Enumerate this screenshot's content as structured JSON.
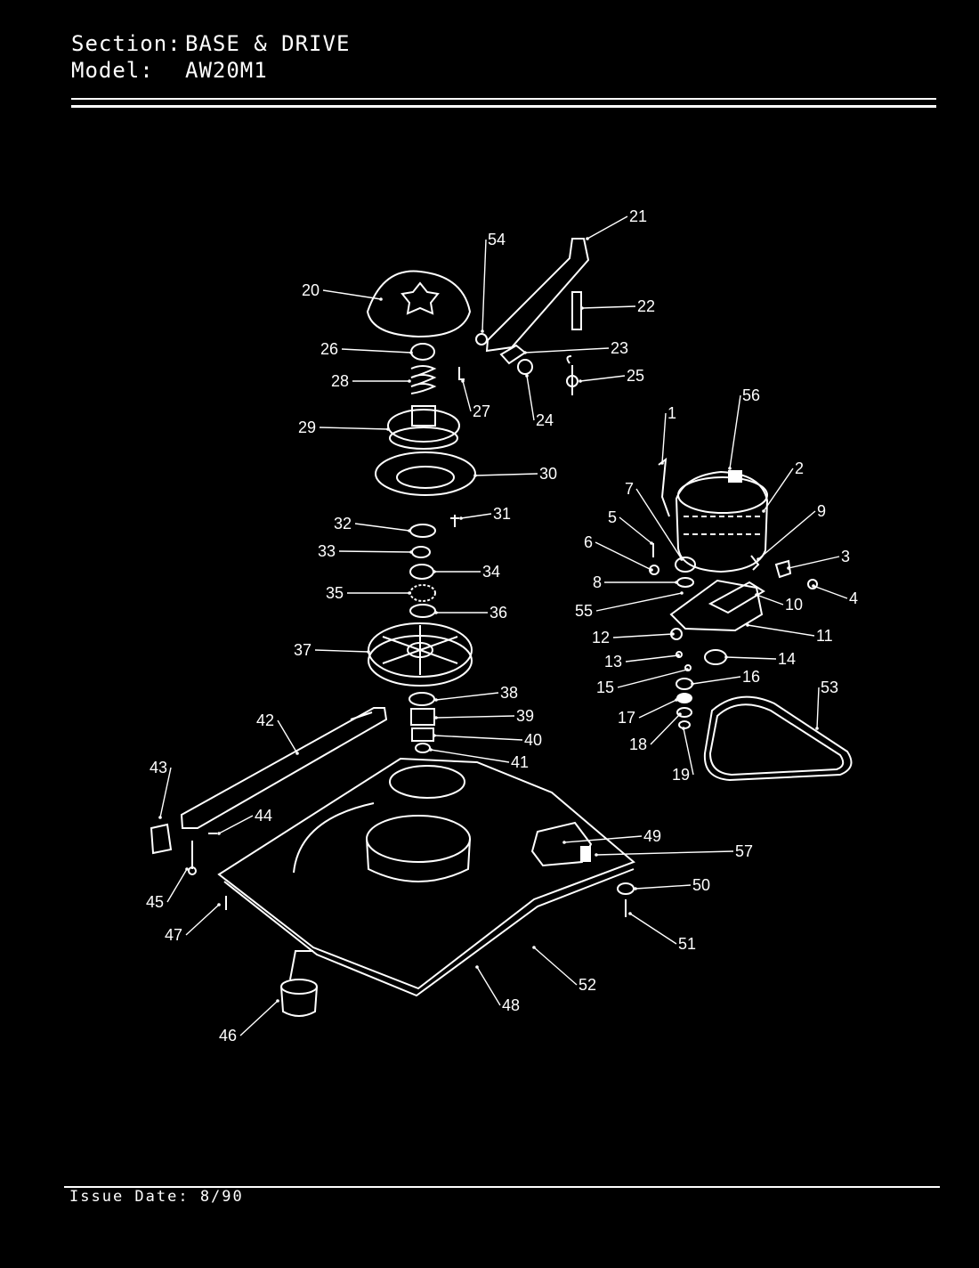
{
  "header": {
    "section_label": "Section:",
    "section_value": "BASE & DRIVE",
    "model_label": "Model:",
    "model_value": "AW20M1"
  },
  "footer": {
    "issue_date": "Issue Date: 8/90"
  },
  "colors": {
    "background": "#000000",
    "foreground": "#ffffff"
  },
  "callouts": [
    "1",
    "2",
    "3",
    "4",
    "5",
    "6",
    "7",
    "8",
    "9",
    "10",
    "11",
    "12",
    "13",
    "14",
    "15",
    "16",
    "17",
    "18",
    "19",
    "20",
    "21",
    "22",
    "23",
    "24",
    "25",
    "26",
    "27",
    "28",
    "29",
    "30",
    "31",
    "32",
    "33",
    "34",
    "35",
    "36",
    "37",
    "38",
    "39",
    "40",
    "41",
    "42",
    "43",
    "44",
    "45",
    "46",
    "47",
    "48",
    "49",
    "50",
    "51",
    "52",
    "53",
    "54",
    "55",
    "56",
    "57"
  ]
}
